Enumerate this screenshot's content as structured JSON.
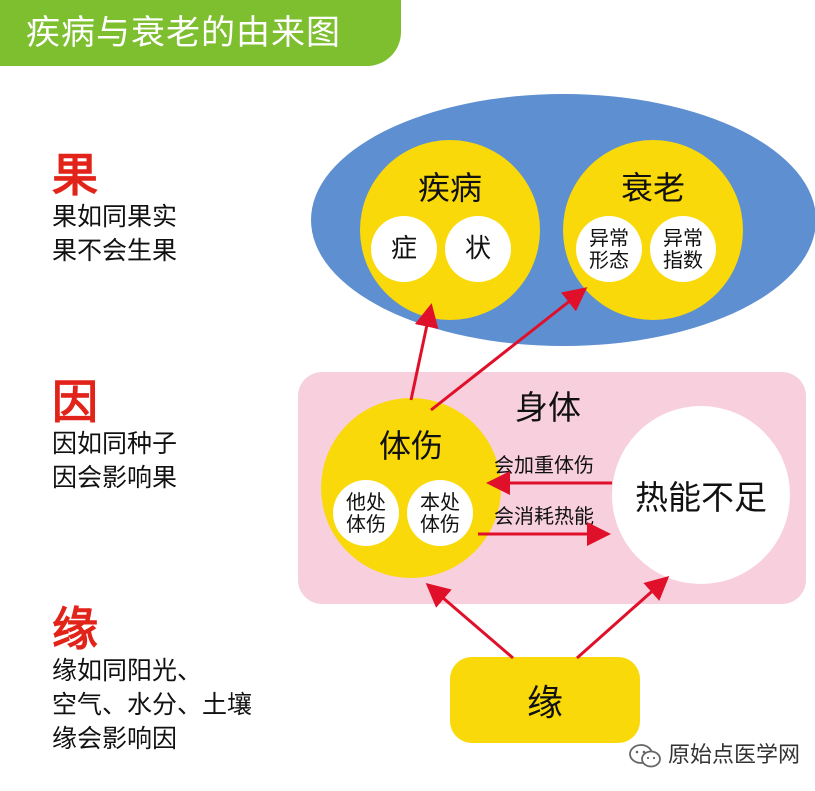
{
  "title": "疾病与衰老的由来图",
  "legend": {
    "guo": {
      "head": "果",
      "lines": [
        "果如同果实",
        "果不会生果"
      ]
    },
    "yin": {
      "head": "因",
      "lines": [
        "因如同种子",
        "因会影响果"
      ]
    },
    "yuan": {
      "head": "缘",
      "lines": [
        "缘如同阳光、",
        "空气、水分、土壤",
        "缘会影响因"
      ]
    }
  },
  "outcome": {
    "disease": {
      "title": "疾病",
      "items": [
        "症",
        "状"
      ]
    },
    "aging": {
      "title": "衰老",
      "items": [
        [
          "异常",
          "形态"
        ],
        [
          "异常",
          "指数"
        ]
      ]
    }
  },
  "body": {
    "label": "身体",
    "injury": {
      "title": "体伤",
      "items": [
        [
          "他处",
          "体伤"
        ],
        [
          "本处",
          "体伤"
        ]
      ]
    },
    "heat_deficiency": "热能不足",
    "arrow_aggravate": "会加重体伤",
    "arrow_consume": "会消耗热能"
  },
  "condition": "缘",
  "watermark": "原始点医学网",
  "colors": {
    "title_banner": "#7dbf2f",
    "accent_red": "#e2231a",
    "outcome_blue": "#5e8fd1",
    "body_pink": "#f8cfdc",
    "circle_yellow": "#f9d90a",
    "arrow_red": "#e0102a"
  },
  "icons": [
    "wechat-icon"
  ]
}
